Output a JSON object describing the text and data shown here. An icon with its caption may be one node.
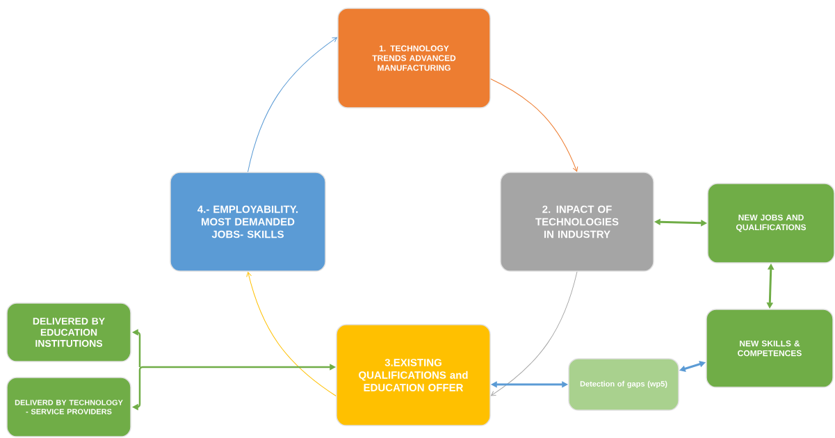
{
  "diagram": {
    "nodes": [
      {
        "text": [
          "1. TECHNOLOGY TRENDS ADVANCED MANUFACTURING"
        ]
      },
      {
        "text": [
          "4.- EMPLOYABILITY. MOST DEMANDED JOBS- SKILLS"
        ]
      },
      {
        "text": [
          "2. INPACT OF TECHNOLOGIES IN INDUSTRY"
        ]
      },
      {
        "text": [
          "NEW JOBS AND QUALIFICATIONS"
        ]
      },
      {
        "text": [
          "DELIVERED BY EDUCATION INSTITUTIONS"
        ]
      },
      {
        "text": [
          "NEW SKILLS & COMPETENCES"
        ]
      },
      {
        "text": [
          "3.EXISTING QUALIFICATIONS and EDUCATION OFFER"
        ]
      },
      {
        "text": [
          "Detection of gaps (wp5)"
        ]
      },
      {
        "text": [
          "DELIVERD BY TECHNOLOGY - SERVICE PROVIDERS"
        ]
      }
    ],
    "edges": [
      {
        "from": 0,
        "to": 2,
        "arrow": "to",
        "color": "#ed7d31"
      },
      {
        "from": 2,
        "to": 6,
        "arrow": "to",
        "color": "#a5a5a5"
      },
      {
        "from": 6,
        "to": 1,
        "arrow": "to",
        "color": "#ffc000"
      },
      {
        "from": 1,
        "to": 0,
        "arrow": "to",
        "color": "#5b9bd5"
      },
      {
        "from": 2,
        "to": 3,
        "arrow": "both"
      },
      {
        "from": 3,
        "to": 5,
        "arrow": "both"
      },
      {
        "from": 5,
        "to": 7,
        "arrow": "both",
        "color": "#5b9bd5"
      },
      {
        "from": 7,
        "to": 6,
        "arrow": "both",
        "color": "#5b9bd5"
      },
      {
        "from": 4,
        "to": 6,
        "arrow": "both"
      },
      {
        "from": 8,
        "to": 6,
        "arrow": "both"
      }
    ]
  }
}
